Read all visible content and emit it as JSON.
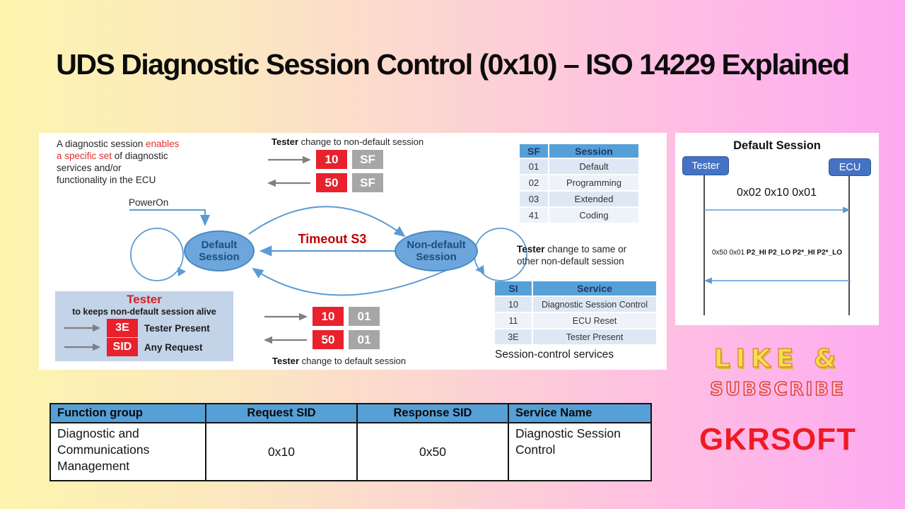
{
  "title": "UDS Diagnostic Session Control (0x10) – ISO 14229 Explained",
  "left_panel": {
    "description": {
      "line1_black": "A diagnostic session",
      "line1_red": " enables",
      "line2_red": "a specific set",
      "line2_black": " of diagnostic",
      "line3": "services and/or",
      "line4": "functionality in the ECU"
    },
    "top_caption": {
      "bold": "Tester",
      "rest": " change to non-default session"
    },
    "top_request": {
      "sid": "10",
      "param": "SF"
    },
    "top_response": {
      "sid": "50",
      "param": "SF"
    },
    "sf_table": {
      "headers": [
        "SF",
        "Session"
      ],
      "rows": [
        [
          "01",
          "Default"
        ],
        [
          "02",
          "Programming"
        ],
        [
          "03",
          "Extended"
        ],
        [
          "41",
          "Coding"
        ]
      ]
    },
    "power_on": "PowerOn",
    "timeout_label": "Timeout S3",
    "default_state": {
      "line1": "Default",
      "line2": "Session"
    },
    "nondefault_state": {
      "line1": "Non-default",
      "line2": "Session"
    },
    "side_caption": {
      "bold": "Tester",
      "rest": " change to same or",
      "line2": "other non-default session"
    },
    "tester_box": {
      "title": "Tester",
      "subtitle": "to keeps non-default session alive",
      "row1": {
        "code": "3E",
        "label": "Tester Present"
      },
      "row2": {
        "code": "SID",
        "label": "Any Request"
      }
    },
    "bottom_request": {
      "sid": "10",
      "param": "01"
    },
    "bottom_response": {
      "sid": "50",
      "param": "01"
    },
    "bottom_caption": {
      "bold": "Tester",
      "rest": " change to default session"
    },
    "si_table": {
      "headers": [
        "SI",
        "Service"
      ],
      "rows": [
        [
          "10",
          "Diagnostic Session Control"
        ],
        [
          "11",
          "ECU Reset"
        ],
        [
          "3E",
          "Tester Present"
        ]
      ]
    },
    "si_caption": "Session-control services"
  },
  "sequence": {
    "title": "Default Session",
    "tester_label": "Tester",
    "ecu_label": "ECU",
    "request_msg": "0x02 0x10 0x01",
    "response_msg_plain": "0x50 0x01",
    "response_msg_bold": " P2_HI P2_LO P2*_HI P2*_LO"
  },
  "promo": {
    "like_line": "LIKE &",
    "subscribe_line": "SUBSCRIBE",
    "brand": "GKRSOFT"
  },
  "service_table": {
    "headers": [
      "Function group",
      "Request SID",
      "Response SID",
      "Service Name"
    ],
    "row": {
      "function_group": "Diagnostic and Communications Management",
      "request_sid": "0x10",
      "response_sid": "0x50",
      "service_name": "Diagnostic Session Control"
    }
  },
  "colors": {
    "accent_red": "#E8212C",
    "box_gray": "#A6A6A6",
    "state_blue": "#6CA6DC",
    "table_header_blue": "#56A0D8",
    "brand_red": "#EE1B24"
  }
}
